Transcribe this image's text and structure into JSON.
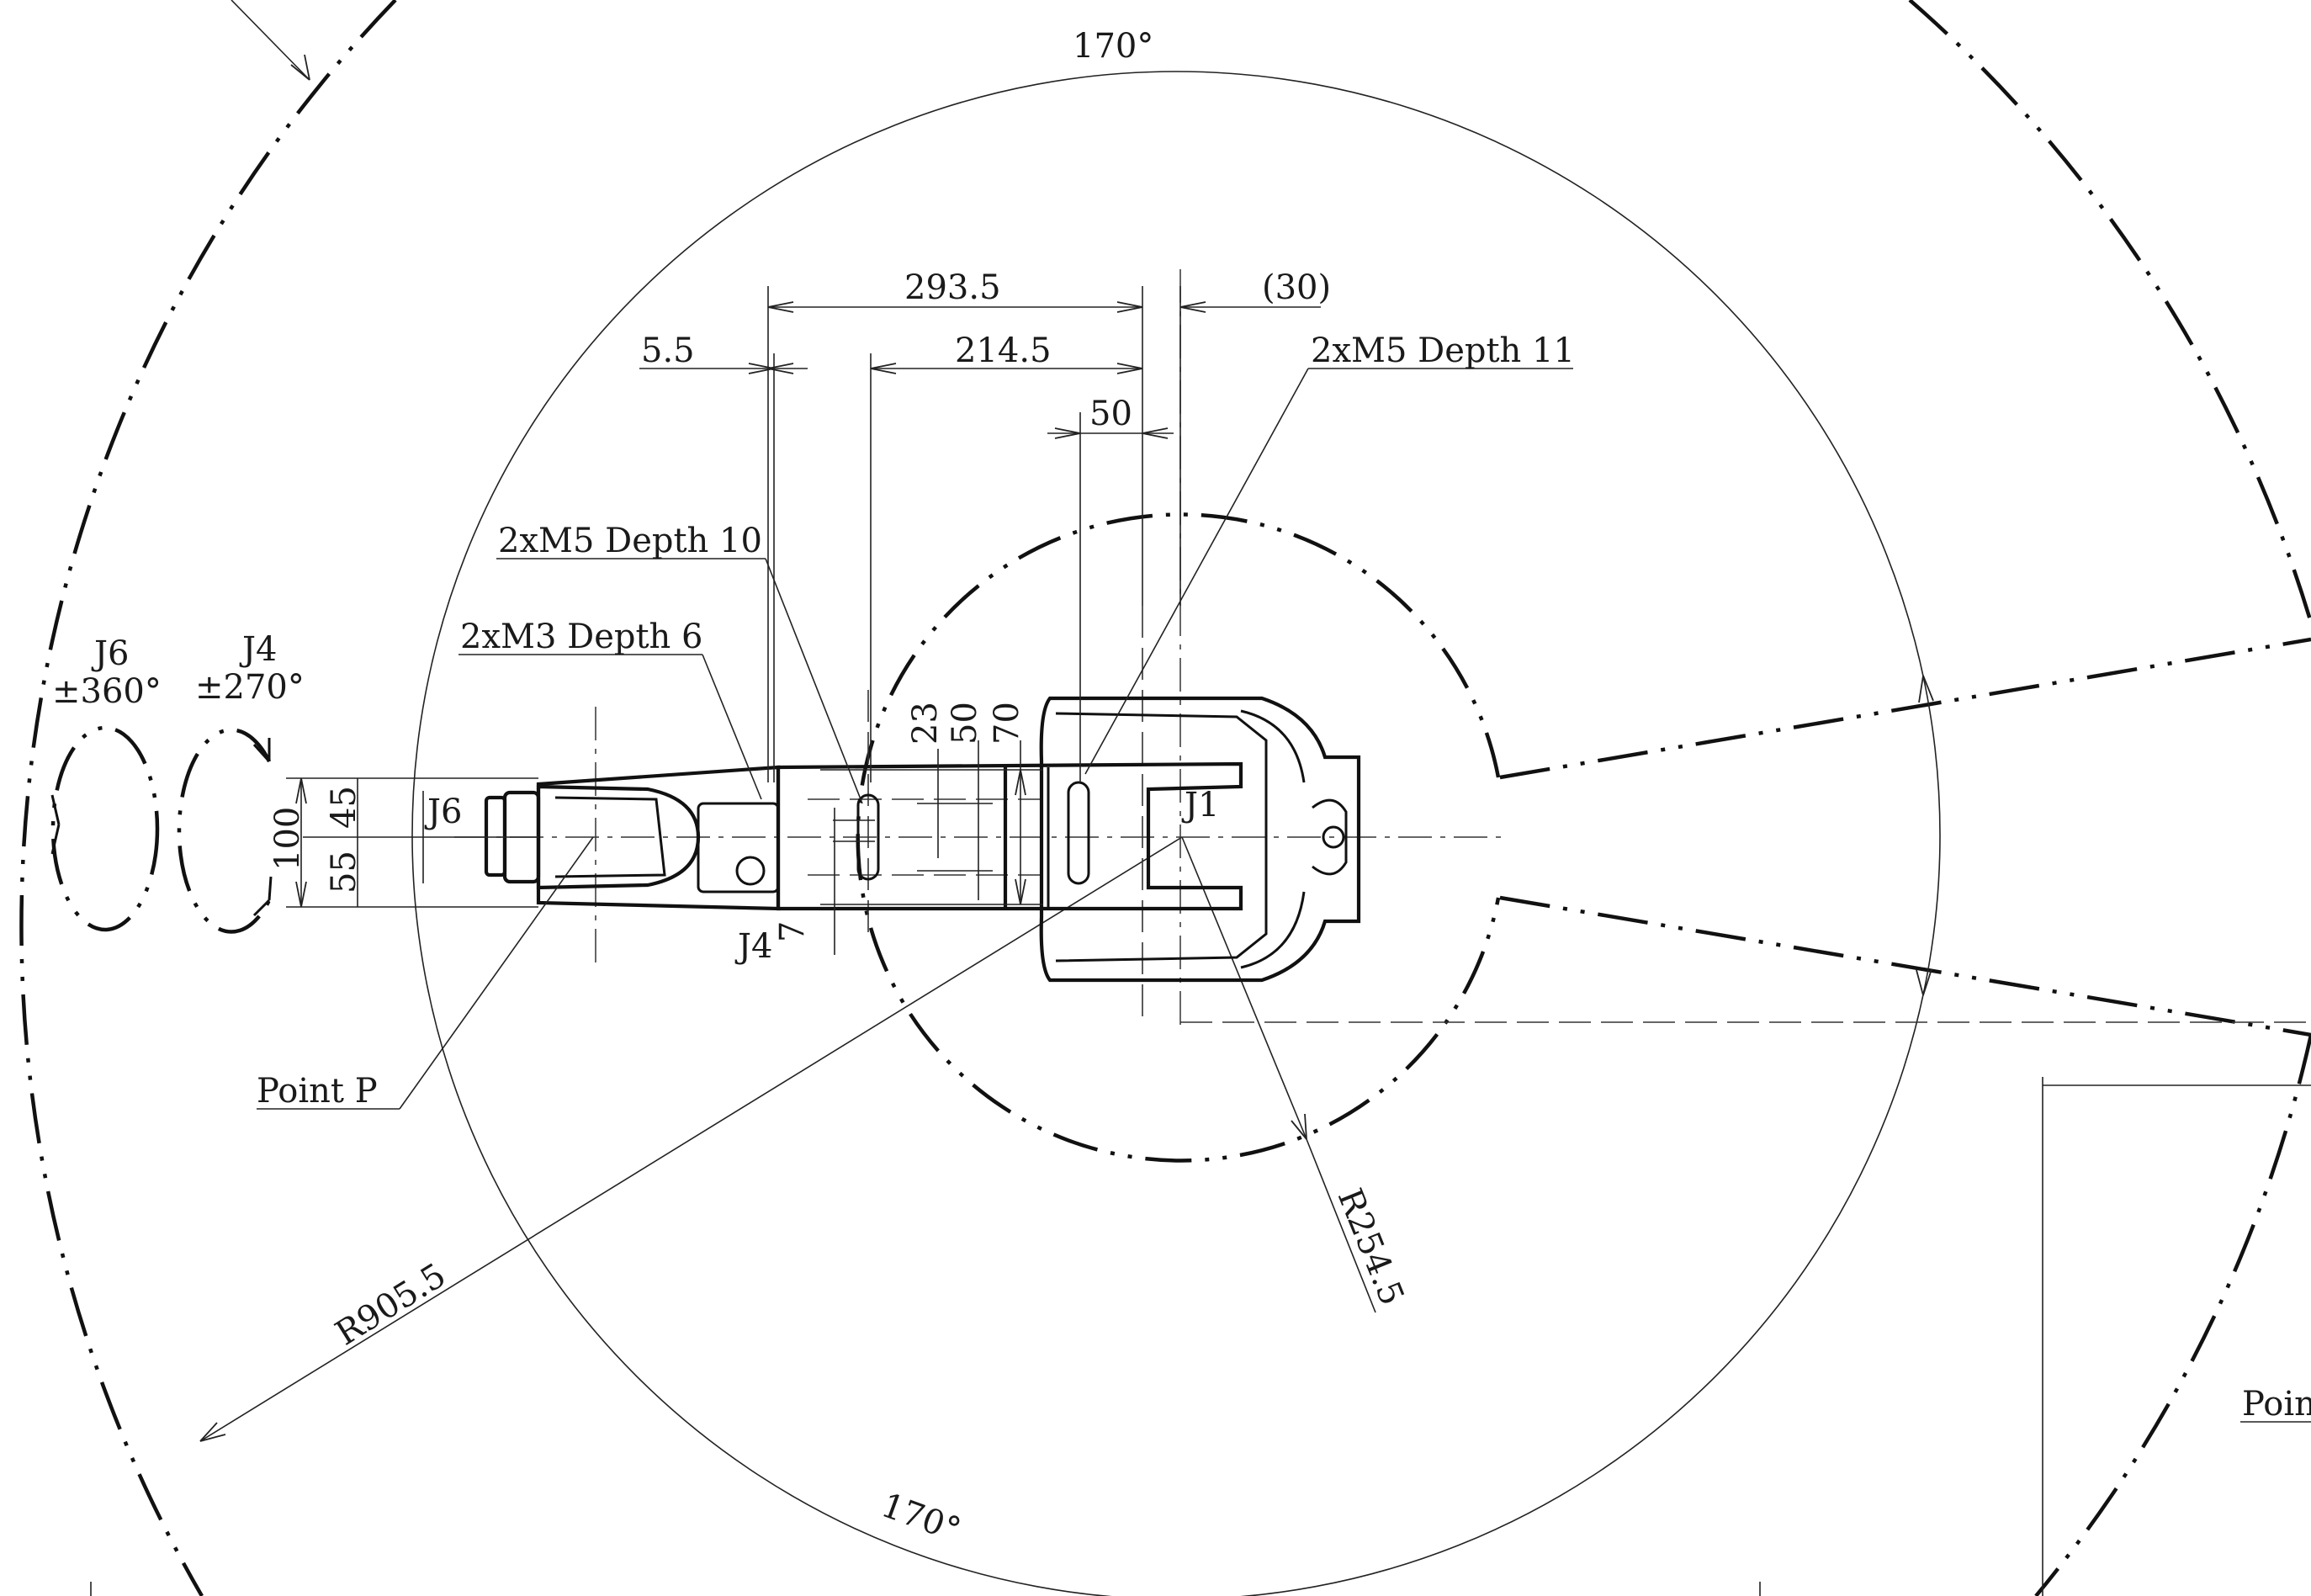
{
  "angles": {
    "top": "170°",
    "bottom": "170°"
  },
  "dimensions": {
    "d_293_5": "293.5",
    "d_30": "(30)",
    "d_5_5": "5.5",
    "d_214_5": "214.5",
    "d_50_h": "50",
    "d_23": "23",
    "d_50_v": "50",
    "d_70": "70",
    "d_45": "45",
    "d_100": "100",
    "d_55": "55",
    "d_7": "7"
  },
  "radii": {
    "outer": "R905.5",
    "inner": "R254.5"
  },
  "callouts": {
    "m5_depth11": "2xM5 Depth 11",
    "m5_depth10": "2xM5 Depth 10",
    "m3_depth6": "2xM3 Depth 6",
    "point_p": "Point P",
    "point_right": "Point"
  },
  "joints": {
    "j6_name": "J6",
    "j6_range": "±360°",
    "j4_name": "J4",
    "j4_range": "±270°",
    "j6_label": "J6",
    "j4_label": "J4",
    "j1_label": "J1"
  }
}
